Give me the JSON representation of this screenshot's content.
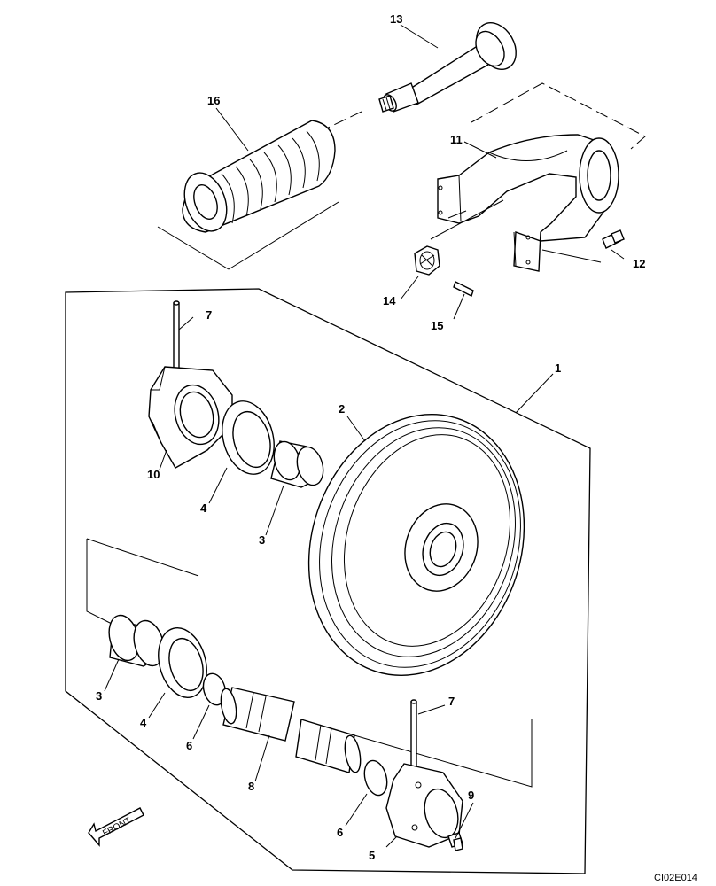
{
  "diagram": {
    "code": "CI02E014",
    "front_label": "FRONT",
    "callouts": {
      "c1": "1",
      "c2": "2",
      "c3a": "3",
      "c3b": "3",
      "c4a": "4",
      "c4b": "4",
      "c5": "5",
      "c6a": "6",
      "c6b": "6",
      "c7a": "7",
      "c7b": "7",
      "c8": "8",
      "c9": "9",
      "c10": "10",
      "c11": "11",
      "c12": "12",
      "c13": "13",
      "c14": "14",
      "c15": "15",
      "c16": "16"
    }
  }
}
